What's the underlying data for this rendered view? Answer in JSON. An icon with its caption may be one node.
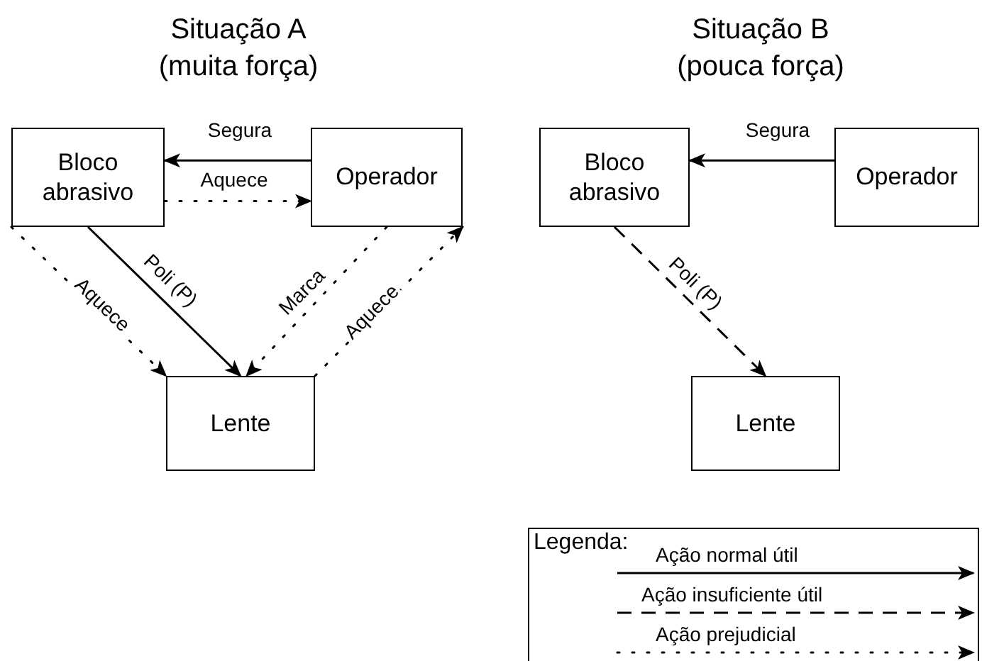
{
  "diagram": {
    "nodes": [
      {
        "text": [
          "Bloco abrasivo"
        ]
      },
      {
        "text": [
          "Operador"
        ]
      },
      {
        "text": [
          "Lente"
        ]
      },
      {
        "text": [
          "Bloco abrasivo"
        ]
      },
      {
        "text": [
          "Operador"
        ]
      },
      {
        "text": [
          "Lente"
        ]
      }
    ],
    "edges": [
      {
        "from": 1,
        "to": 0,
        "arrow": "to",
        "label": "Segura"
      },
      {
        "from": 0,
        "to": 1,
        "arrow": "to",
        "label": "Aquece",
        "style": "dashed"
      },
      {
        "from": 0,
        "to": 2,
        "arrow": "to",
        "label": "Poli (P)"
      },
      {
        "from": 0,
        "to": 2,
        "arrow": "to",
        "label": "Aquece",
        "style": "dashed"
      },
      {
        "from": 1,
        "to": 2,
        "arrow": "to",
        "label": "Marca",
        "style": "dashed"
      },
      {
        "from": 2,
        "to": 1,
        "arrow": "to",
        "label": "Aquece",
        "style": "dashed"
      },
      {
        "from": 4,
        "to": 3,
        "arrow": "to",
        "label": "Segura"
      },
      {
        "from": 3,
        "to": 5,
        "arrow": "to",
        "label": "Poli (P)",
        "style": "dashed"
      }
    ],
    "labels": [
      "Situação A (muita força)",
      "Situação B (pouca força)",
      "Legenda:"
    ],
    "legend": [
      {
        "text": "Ação normal útil"
      },
      {
        "text": "Ação insuficiente útil"
      },
      {
        "text": "Ação prejudicial"
      }
    ]
  }
}
